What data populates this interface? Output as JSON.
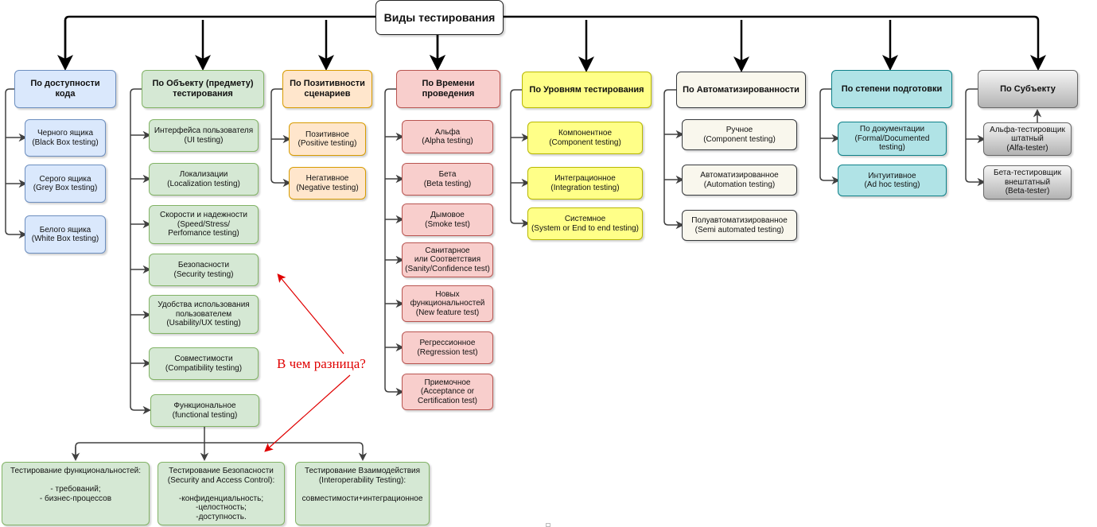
{
  "root": "Виды тестирования",
  "categories": [
    {
      "id": "access",
      "label": "По доступности\nкода",
      "items": [
        "Черного ящика\n(Black Box testing)",
        "Серого ящика\n(Grey Box testing)",
        "Белого ящика\n(White Box testing)"
      ]
    },
    {
      "id": "object",
      "label": "По Объекту (предмету)\nтестирования",
      "items": [
        "Интерфейса пользователя\n(UI testing)",
        "Локализации\n(Localization testing)",
        "Скорости и надежности\n(Speed/Stress/\nPerfomance testing)",
        "Безопасности\n(Security testing)",
        "Удобства использования\nпользователем\n(Usability/UX testing)",
        "Совместимости\n(Compatibility testing)",
        "Функциональное\n(functional testing)"
      ]
    },
    {
      "id": "positivity",
      "label": "По Позитивности\nсценариев",
      "items": [
        "Позитивное\n(Positive testing)",
        "Негативное\n(Negative testing)"
      ]
    },
    {
      "id": "time",
      "label": "По Времени\nпроведения",
      "items": [
        "Альфа\n(Alpha testing)",
        "Бета\n(Beta testing)",
        "Дымовое\n(Smoke test)",
        "Санитарное\nили Соответствия\n(Sanity/Confidence test)",
        "Новых\nфункциональностей\n(New feature test)",
        "Регрессионное\n(Regression test)",
        "Приемочное\n(Acceptance or\nCertification test)"
      ]
    },
    {
      "id": "levels",
      "label": "По Уровням тестирования",
      "items": [
        "Компонентное\n(Component testing)",
        "Интеграционное\n(Integration testing)",
        "Системное\n(System or End to end testing)"
      ]
    },
    {
      "id": "automation",
      "label": "По Автоматизированности",
      "items": [
        "Ручное\n(Component testing)",
        "Автоматизированное\n(Automation testing)",
        "Полуавтоматизированное\n(Semi automated testing)"
      ]
    },
    {
      "id": "preparation",
      "label": "По степени подготовки",
      "items": [
        "По документации\n(Formal/Documented testing)",
        "Интуитивное\n(Ad hoc testing)"
      ]
    },
    {
      "id": "subject",
      "label": "По Субъекту",
      "items": [
        "Альфа-тестировщик\nштатный\n(Alfa-tester)",
        "Бета-тестировщик\nвнештатный\n(Beta-tester)"
      ]
    }
  ],
  "functional_details": [
    "Тестирование функциональностей:\n\n- требований;\n- бизнес-процессов",
    "Тестирование Безопасности\n(Security and Access Control):\n\n-конфиденциальность;\n-целостность;\n-доступность.",
    "Тестирование Взаимодействия\n(Interoperability Testing):\n\nсовместимости+интеграционное"
  ],
  "annotation": "В чем разница?",
  "colors": {
    "connector": "#000000",
    "child_connector": "#404040",
    "annotation": "#e00000",
    "access": "#dae8fc",
    "object": "#d5e8d4",
    "positivity": "#ffe6cc",
    "time": "#f8cecc",
    "levels": "#ffff88",
    "automation": "#f9f7ed",
    "preparation": "#b0e3e6",
    "subject": "#d0d0d0"
  }
}
